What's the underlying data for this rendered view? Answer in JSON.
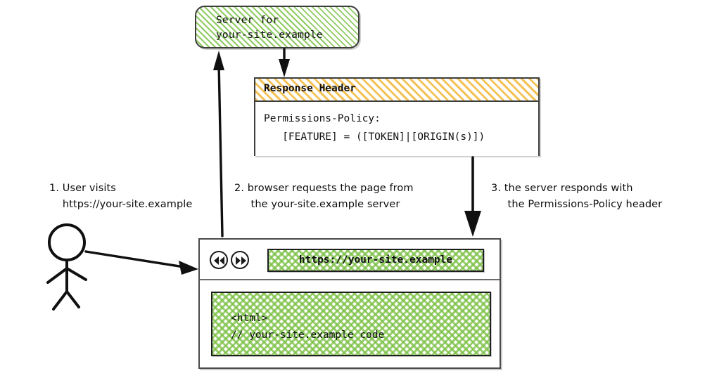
{
  "diagram": {
    "title": "Permissions-Policy response header flow",
    "colors": {
      "green_hatch": "#7cc146",
      "orange_hatch": "#f3bf4d",
      "stroke": "#1a1a1a",
      "box_border": "#3d3d3d",
      "background": "#ffffff"
    }
  },
  "server": {
    "label": "Server for\nyour-site.example"
  },
  "response_header": {
    "title": "Response Header",
    "body": "Permissions-Policy:\n   [FEATURE] = ([TOKEN]|[ORIGIN(s)])"
  },
  "browser": {
    "back_icon": "rewind-icon",
    "forward_icon": "fast-forward-icon",
    "url": "https://your-site.example",
    "page_code": "<html>\n// your-site.example code"
  },
  "actor": {
    "icon": "stick-figure-icon"
  },
  "annotations": [
    {
      "id": "annotation-1",
      "text": "1. User visits\n    https://your-site.example"
    },
    {
      "id": "annotation-2",
      "text": "2. browser requests the page from\n     the your-site.example server"
    },
    {
      "id": "annotation-3",
      "text": "3. the server responds with\n     the Permissions-Policy header"
    }
  ],
  "arrows": [
    {
      "id": "arrow-user-to-browser",
      "from": "actor",
      "to": "browser",
      "direction": "right"
    },
    {
      "id": "arrow-browser-to-server",
      "from": "browser",
      "to": "server",
      "direction": "up"
    },
    {
      "id": "arrow-server-to-response",
      "from": "server",
      "to": "response_header",
      "direction": "down"
    },
    {
      "id": "arrow-response-to-browser",
      "from": "response_header",
      "to": "browser",
      "direction": "down"
    }
  ]
}
